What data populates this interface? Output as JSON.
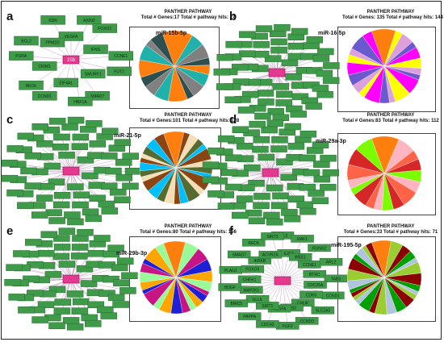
{
  "panels": [
    {
      "letter": "a",
      "mirna": "miR-15b-5p",
      "hub_label": "15b",
      "pathway_title": "PANTHER PATHWAY",
      "total_genes": "Total # Genes:17",
      "total_hits": "Total # pathway hits: 27",
      "genes": [
        "VEGFA",
        "AXIN2",
        "FOXO1",
        "IFNG",
        "CCNE1",
        "FUT2",
        "SMURF1",
        "SMAD7",
        "HNF1A",
        "EIF4A1",
        "CCND1",
        "RECK",
        "CRIM1",
        "PURA",
        "BCL2",
        "PPM1D",
        "KDR"
      ]
    },
    {
      "letter": "b",
      "mirna": "miR-16-5p",
      "hub_label": "",
      "pathway_title": "PANTHER PATHWAY",
      "total_genes": "Total # Genes: 135",
      "total_hits": "Total # pathway hits: 144",
      "genes": []
    },
    {
      "letter": "c",
      "mirna": "miR-21-5p",
      "hub_label": "",
      "pathway_title": "PANTHER PATHWAY",
      "total_genes": "Total # Genes:101",
      "total_hits": "Total # pathway hits: 128",
      "genes": []
    },
    {
      "letter": "d",
      "mirna": "miR-29a-3p",
      "hub_label": "",
      "pathway_title": "PANTHER PATHWAY",
      "total_genes": "Total # Genes:83",
      "total_hits": "Total # pathway hits: 112",
      "genes": []
    },
    {
      "letter": "e",
      "mirna": "miR-29b-3p",
      "hub_label": "",
      "pathway_title": "PANTHER PATHWAY",
      "total_genes": "Total # Genes:80",
      "total_hits": "Total # pathway hits: 156",
      "genes": []
    },
    {
      "letter": "f",
      "mirna": "miR-195-5p",
      "hub_label": "",
      "pathway_title": "PANTHER PATHWAY",
      "total_genes": "Total # Genes:33",
      "total_hits": "Total # pathway hits: 71",
      "genes": [
        "BCL2",
        "E2F3",
        "RAF1",
        "WEE1",
        "RUNX2",
        "CCNE1",
        "ARL2",
        "BTRC",
        "TAB3",
        "CDC25A",
        "CCND1",
        "CDK6",
        "SLC2A3",
        "CHUK",
        "CCND3",
        "IRS2",
        "FGF2",
        "VEGFA",
        "CDC42",
        "SIRT1",
        "PAPPA",
        "GLUL",
        "BIRC5",
        "MAP2K1",
        "HDGF",
        "CHEK1",
        "PLAG1",
        "FOXO3",
        "SMAD7",
        "IKBKB",
        "RECK",
        "ACVR2A",
        "SIRT3"
      ]
    }
  ],
  "colors": {
    "node_fill": "#3f9a4a",
    "node_stroke": "#2a6e33",
    "edge": "#b88fb8",
    "hub_fill": "#e3398e",
    "pie_palette": [
      "#ff7f0e",
      "#8b0000",
      "#d62728",
      "#ff00ff",
      "#9400d3",
      "#1f1fd6",
      "#00bfff",
      "#20b2aa",
      "#00a000",
      "#7cfc00",
      "#ffff00",
      "#ffd700",
      "#ffa500",
      "#8b4513",
      "#808080",
      "#b0c4de",
      "#ffb6c1",
      "#dda0dd",
      "#87cefa",
      "#98fb98",
      "#f5deb3",
      "#2f4f4f",
      "#9acd32",
      "#ff6347",
      "#6a5acd",
      "#40e0d0",
      "#c71585",
      "#556b2f"
    ]
  }
}
